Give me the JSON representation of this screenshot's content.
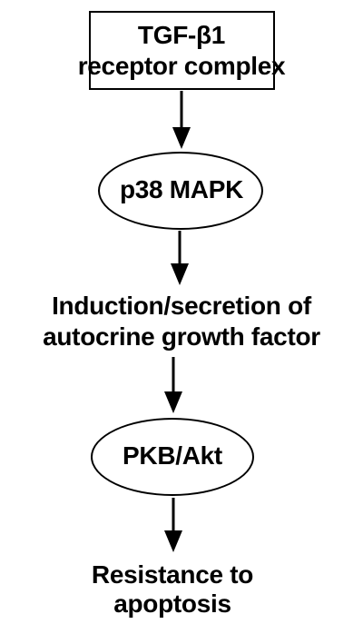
{
  "diagram": {
    "nodes": [
      {
        "id": "tgf",
        "shape": "rectangle",
        "lines": [
          "TGF-β1",
          "receptor complex"
        ]
      },
      {
        "id": "p38",
        "shape": "ellipse",
        "lines": [
          "p38 MAPK"
        ]
      },
      {
        "id": "induction",
        "shape": "text",
        "lines": [
          "Induction/secretion of",
          "autocrine growth factor"
        ]
      },
      {
        "id": "pkb",
        "shape": "ellipse",
        "lines": [
          "PKB/Akt"
        ]
      },
      {
        "id": "resistance",
        "shape": "text",
        "lines": [
          "Resistance to",
          "apoptosis"
        ]
      }
    ],
    "edges": [
      {
        "from": "tgf",
        "to": "p38"
      },
      {
        "from": "p38",
        "to": "induction"
      },
      {
        "from": "induction",
        "to": "pkb"
      },
      {
        "from": "pkb",
        "to": "resistance"
      }
    ]
  }
}
